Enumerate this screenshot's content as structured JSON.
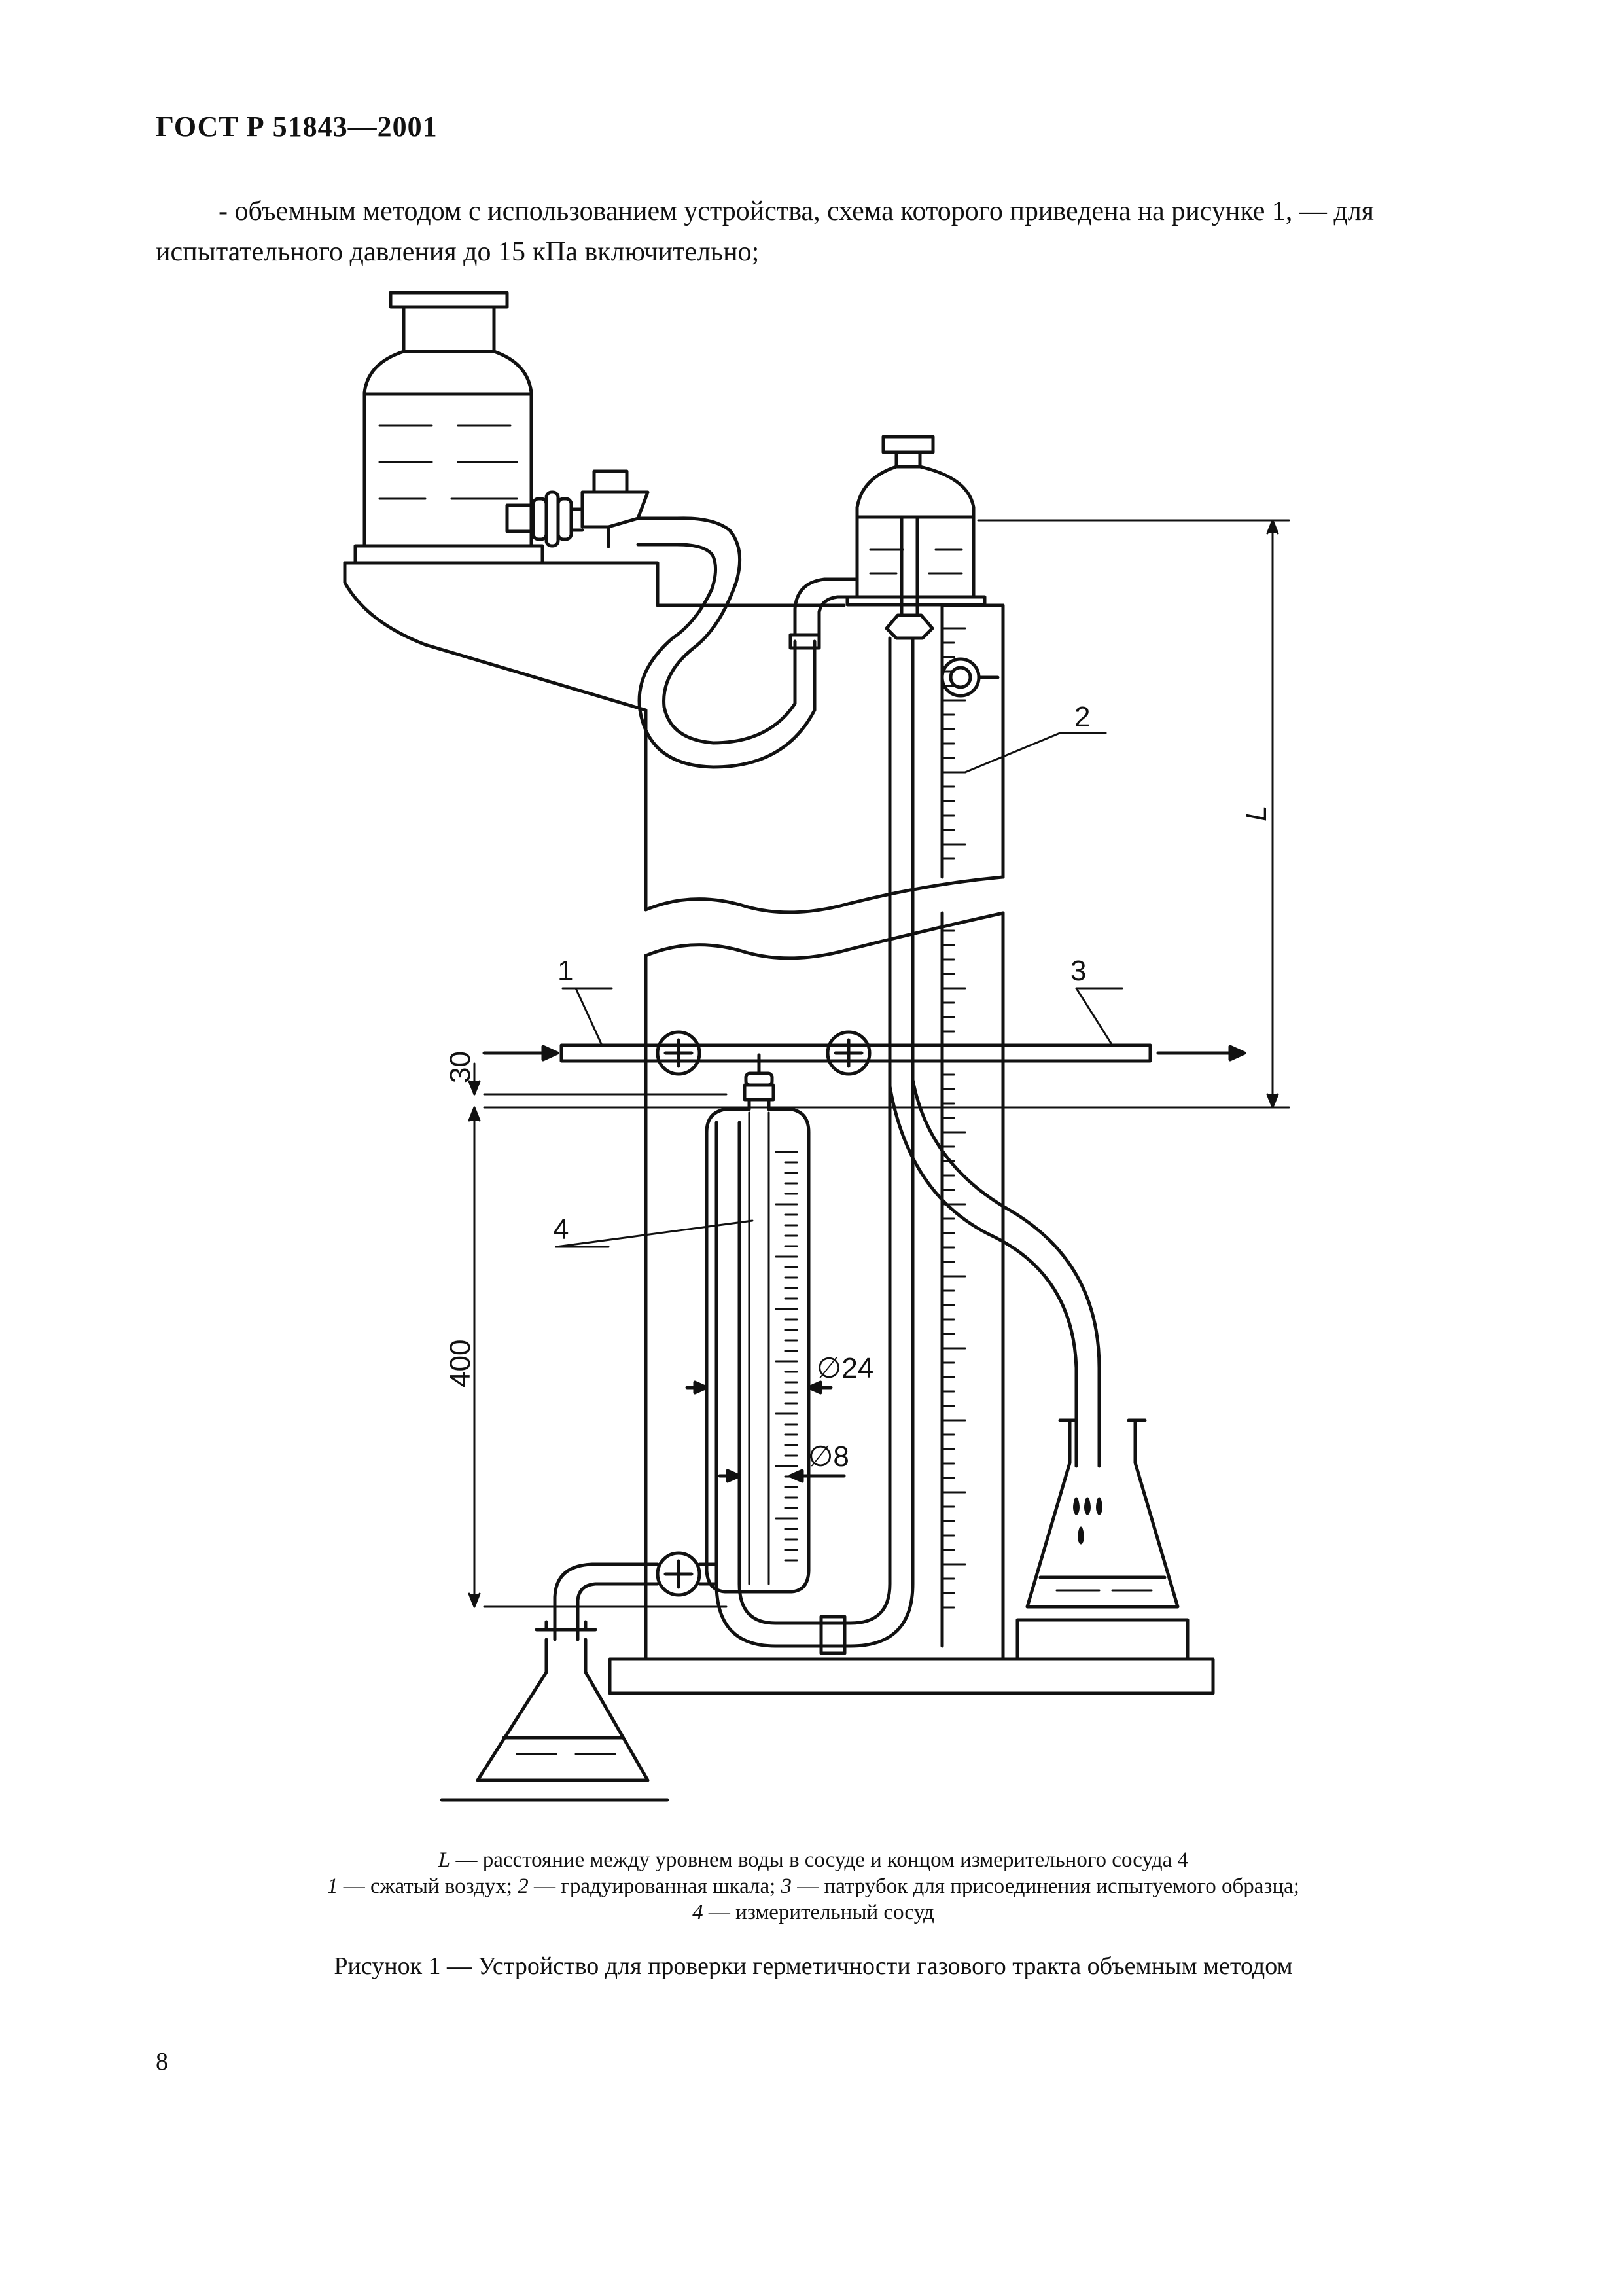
{
  "header": "ГОСТ Р 51843—2001",
  "paragraph": "- объемным методом с использованием устройства, схема которого приведена на рисунке 1, — для испытательного давления до 15 кПа включительно;",
  "figure": {
    "labels": {
      "item1": "1",
      "item2": "2",
      "item3": "3",
      "item4": "4",
      "dim_L": "L",
      "dim_30": "30",
      "dim_400": "400",
      "dia_24": "∅24",
      "dia_8": "∅8"
    },
    "legend": {
      "line1_symbol": "L",
      "line1_text": " — расстояние между уровнем воды в сосуде и концом измерительного сосуда 4",
      "line2": [
        {
          "num": "1",
          "text": " — сжатый воздух; "
        },
        {
          "num": "2",
          "text": " — градуированная шкала; "
        },
        {
          "num": "3",
          "text": " — патрубок для присоединения испытуемого образца;"
        }
      ],
      "line3": {
        "num": "4",
        "text": " — измерительный сосуд"
      }
    },
    "caption": "Рисунок 1 — Устройство для проверки герметичности газового тракта объемным методом"
  },
  "page_number": "8"
}
